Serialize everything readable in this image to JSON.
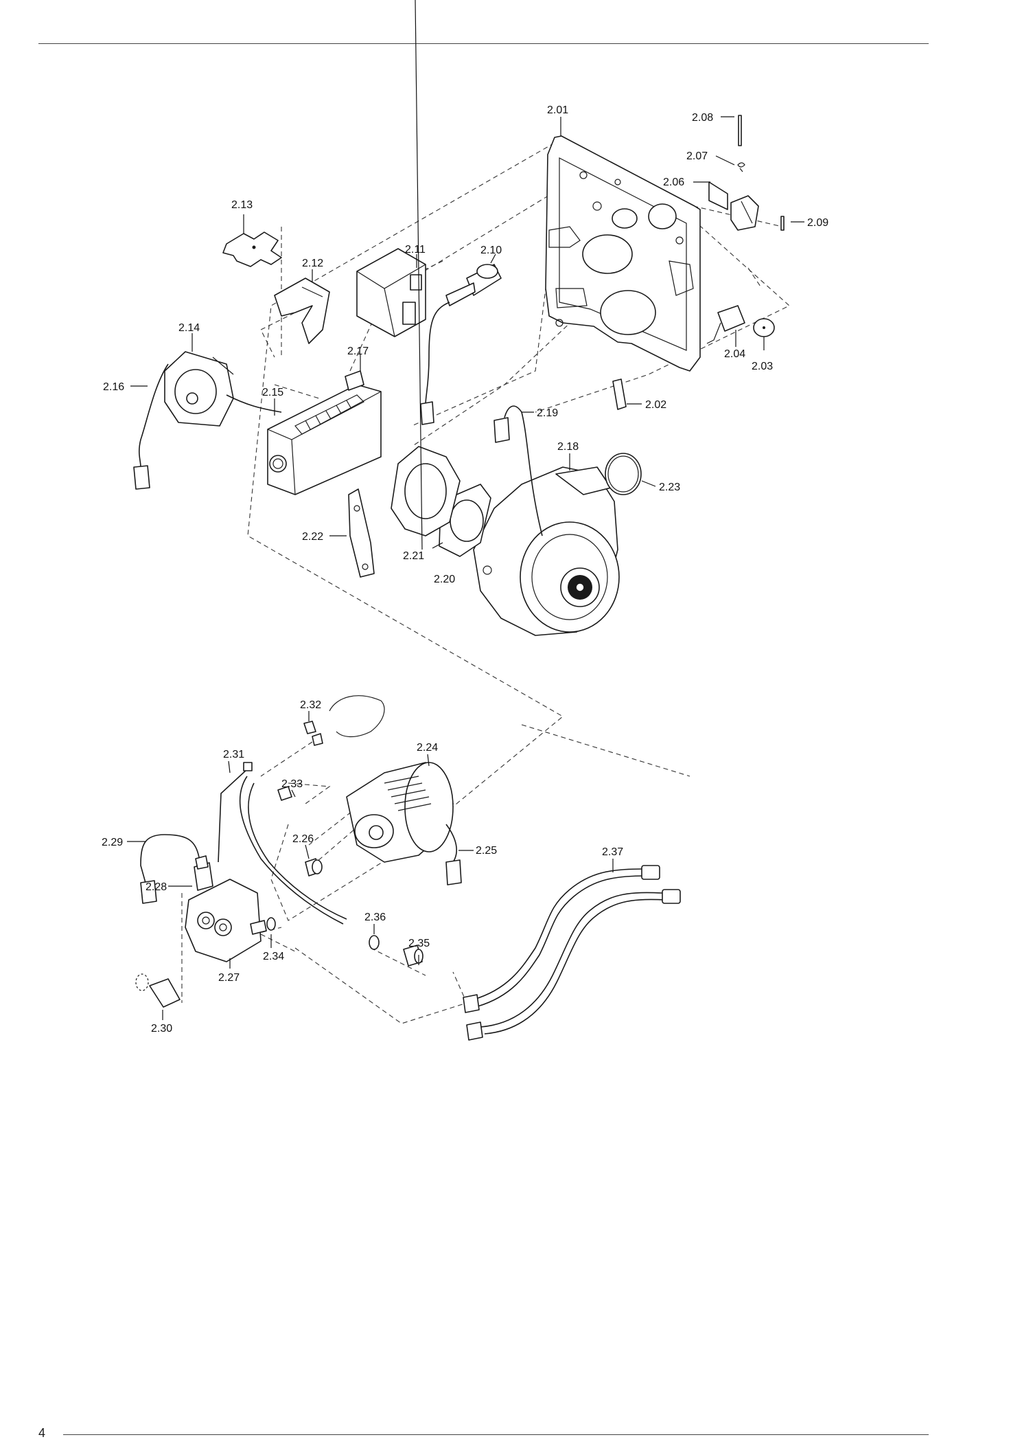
{
  "page": {
    "number": "4"
  },
  "labels": [
    "2.01",
    "2.02",
    "2.03",
    "2.04",
    "2.06",
    "2.07",
    "2.08",
    "2.09",
    "2.10",
    "2.11",
    "2.12",
    "2.13",
    "2.14",
    "2.15",
    "2.16",
    "2.17",
    "2.18",
    "2.19",
    "2.20",
    "2.21",
    "2.22",
    "2.23",
    "2.24",
    "2.25",
    "2.26",
    "2.27",
    "2.28",
    "2.29",
    "2.30",
    "2.31",
    "2.32",
    "2.33",
    "2.34",
    "2.35",
    "2.36",
    "2.37"
  ]
}
